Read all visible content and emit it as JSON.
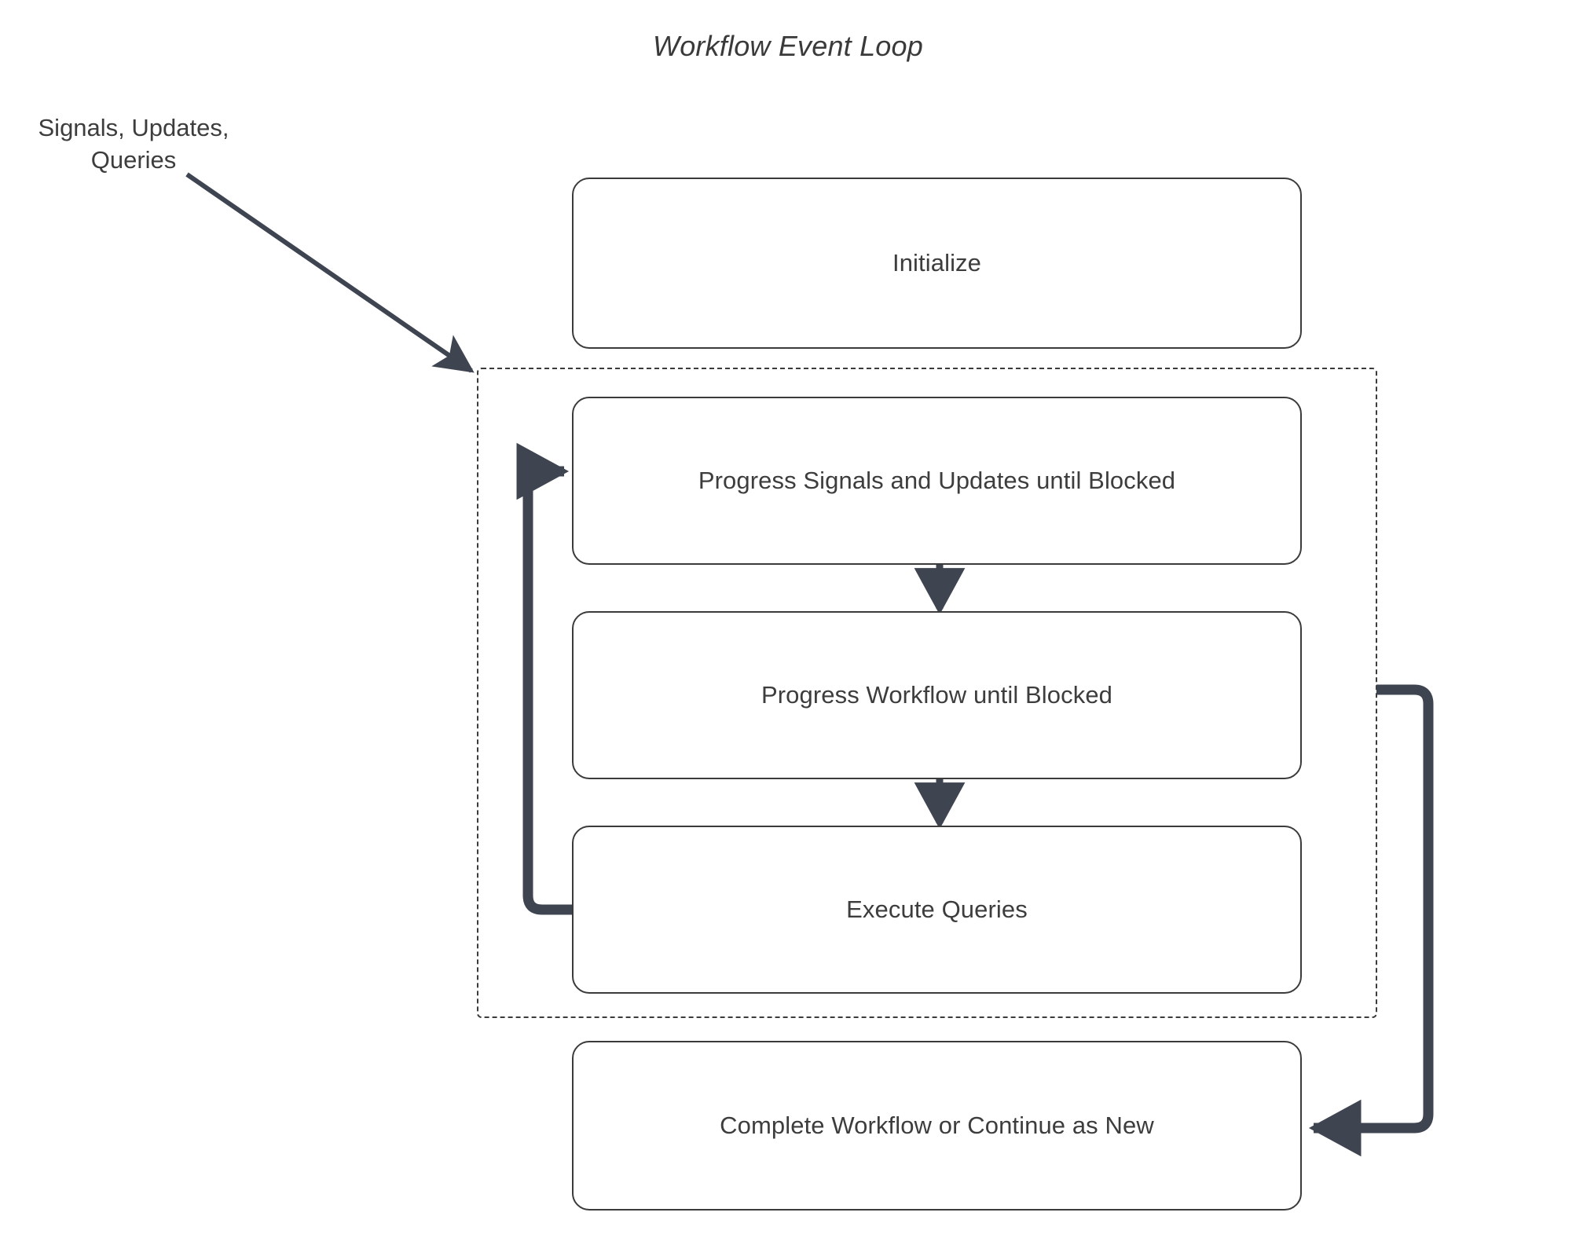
{
  "diagram": {
    "title": "Workflow Event Loop",
    "type": "flowchart",
    "background_color": "#ffffff",
    "node_border_color": "#3b3b3b",
    "node_fill_color": "#ffffff",
    "text_color": "#3d3d3d",
    "connector_color": "#3f4451",
    "thick_connector_color": "#3f4451"
  },
  "input_label": {
    "line1": "Signals, Updates,",
    "line2": "Queries"
  },
  "nodes": [
    {
      "id": "initialize",
      "label": "Initialize"
    },
    {
      "id": "progress-signals",
      "label": "Progress Signals and Updates until Blocked"
    },
    {
      "id": "progress-workflow",
      "label": "Progress Workflow until Blocked"
    },
    {
      "id": "execute-queries",
      "label": "Execute Queries"
    },
    {
      "id": "complete-workflow",
      "label": "Complete Workflow or Continue as New"
    }
  ],
  "region": {
    "id": "event-loop-region",
    "style": "dashed",
    "label": ""
  },
  "edges": [
    {
      "from": "input-label",
      "to": "event-loop-region",
      "style": "thin-arrow"
    },
    {
      "from": "progress-signals",
      "to": "progress-workflow",
      "style": "thin-arrow"
    },
    {
      "from": "progress-workflow",
      "to": "execute-queries",
      "style": "thin-arrow"
    },
    {
      "from": "execute-queries",
      "to": "progress-signals",
      "style": "thick-loop-back"
    },
    {
      "from": "event-loop-region",
      "to": "complete-workflow",
      "style": "thick-loop-exit"
    }
  ]
}
